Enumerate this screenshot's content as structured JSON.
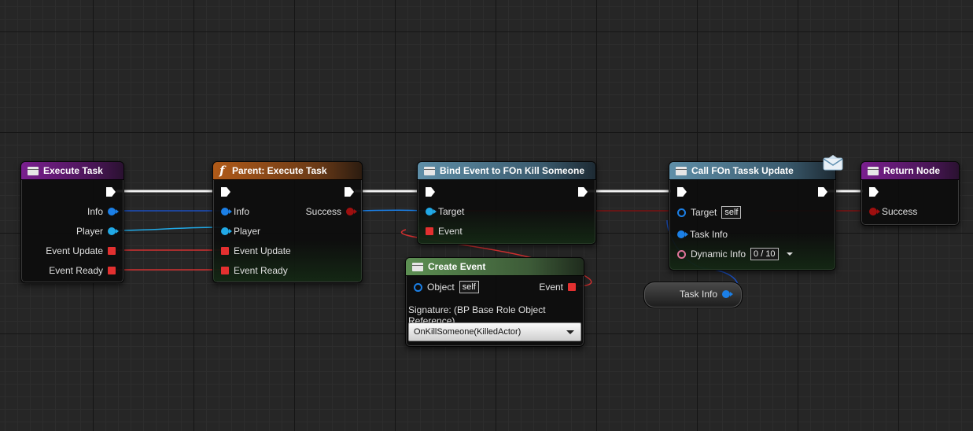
{
  "nodes": {
    "execute_task": {
      "title": "Execute Task",
      "pins": {
        "info": "Info",
        "player": "Player",
        "event_update": "Event Update",
        "event_ready": "Event Ready"
      }
    },
    "parent_execute_task": {
      "title": "Parent: Execute Task",
      "pins": {
        "info": "Info",
        "player": "Player",
        "event_update": "Event Update",
        "event_ready": "Event Ready",
        "success": "Success"
      }
    },
    "bind_event": {
      "title": "Bind Event to FOn Kill Someone",
      "pins": {
        "target": "Target",
        "event": "Event"
      }
    },
    "create_event": {
      "title": "Create Event",
      "pins": {
        "object": "Object",
        "object_default": "self",
        "event": "Event"
      },
      "signature": "Signature: (BP Base Role Object Reference)",
      "selected_function": "OnKillSomeone(KilledActor)"
    },
    "call_update": {
      "title": "Call FOn Tassk Update",
      "pins": {
        "target": "Target",
        "target_default": "self",
        "task_info": "Task Info",
        "dynamic_info": "Dynamic Info",
        "dynamic_info_value": "0 / 10"
      }
    },
    "return_node": {
      "title": "Return Node",
      "pins": {
        "success": "Success"
      }
    },
    "task_info_var": {
      "label": "Task Info"
    }
  },
  "colors": {
    "exec": "#ffffff",
    "object_pin": "#1b7fe6",
    "struct_pin": "#21a9e6",
    "delegate_pin": "#e33030",
    "bool_pin": "#9e0f0f",
    "event_header": "#7a1f8f",
    "function_header": "#b05a18",
    "call_header": "#5f8fa8",
    "create_event_header": "#5d8f53"
  },
  "icons": [
    "event-node-icon",
    "function-icon",
    "delegate-bind-icon",
    "create-event-icon",
    "call-icon",
    "return-node-icon",
    "message-envelope-icon"
  ]
}
